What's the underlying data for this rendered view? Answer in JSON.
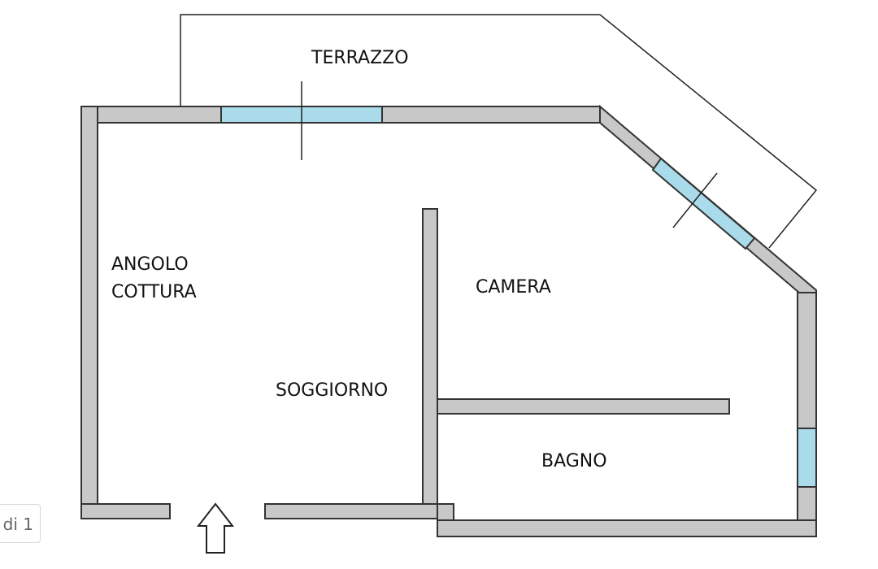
{
  "rooms": {
    "terrace": "TERRAZZO",
    "kitchen_line1": "ANGOLO",
    "kitchen_line2": "COTTURA",
    "bedroom": "CAMERA",
    "living": "SOGGIORNO",
    "bathroom": "BAGNO"
  },
  "pager": {
    "label": "di 1"
  },
  "colors": {
    "wall_fill": "#c8c8c8",
    "window_fill": "#a9dbea",
    "outline": "#333333"
  }
}
